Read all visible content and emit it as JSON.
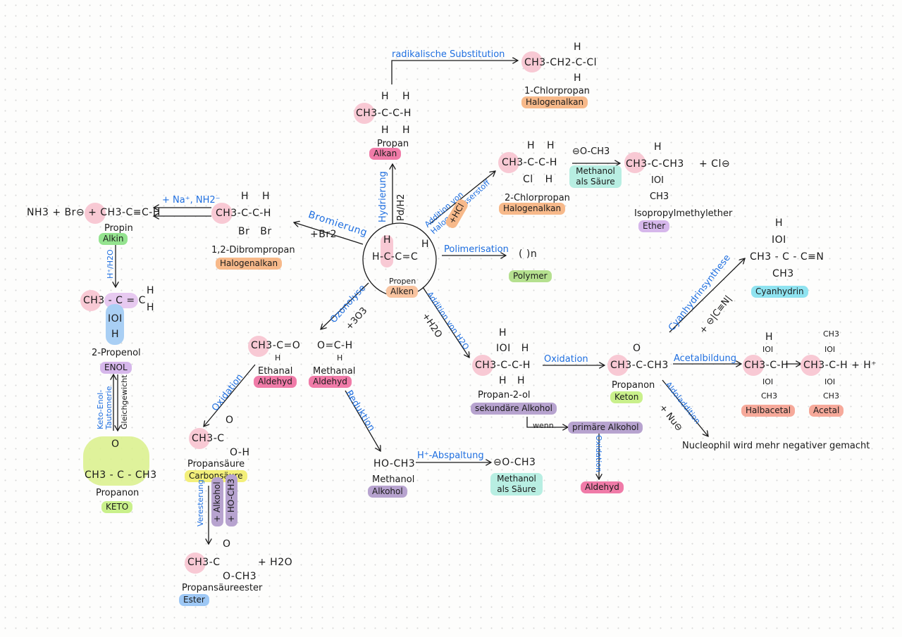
{
  "colors": {
    "pink": "#f8c9d4",
    "orange": "#f7b98a",
    "green": "#94e38f",
    "purple": "#d6b7eb",
    "cyan": "#8fe3f0",
    "yellow": "#f3ef7a",
    "lightgreen": "#c9f08b",
    "blue": "#9ec8f5",
    "teal": "#b8eee2",
    "hotpink": "#f07ba8",
    "mauve": "#b7a3cf",
    "salmon": "#f6a99a",
    "peach": "#f9c4a0",
    "arrow_label": "#1f6fe0"
  },
  "center": {
    "formula_h": "H",
    "formula_main": "H-C-C=C",
    "formula_h2": "H",
    "name": "Propen",
    "class": "Alken"
  },
  "propan": {
    "formula": "CH3-C-C-H",
    "h_top": "H H",
    "h_bottom": "H H",
    "name": "Propan",
    "class": "Alkan"
  },
  "chlorpropan1": {
    "formula": "CH3-CH2-C-Cl",
    "h_top": "H",
    "h_bottom": "H",
    "name": "1-Chlorpropan",
    "class": "Halogenalkan"
  },
  "chlorpropan2": {
    "formula": "CH3-C-C-H",
    "h_top": "H H",
    "h_bottom": "Cl H",
    "name": "2-Chlorpropan",
    "class": "Halogenalkan"
  },
  "methanolat": {
    "formula": "⊖O-CH3",
    "note": "Methanol als Säure"
  },
  "ether": {
    "formula": "CH3-C-CH3",
    "plus": "+ Cl⊖",
    "h_top": "H",
    "mid": "IOI",
    "bottom": "CH3",
    "name": "Isopropylmethylether",
    "class": "Ether"
  },
  "dibrom": {
    "formula": "CH3-C-C-H",
    "h_top": "H H",
    "h_bottom": "Br Br",
    "name": "1,2-Dibrompropan",
    "class": "Halogenalkan"
  },
  "propin": {
    "formula": "NH3 + Br⊖ + CH3-C≡C-H",
    "name": "Propin",
    "class": "Alkin"
  },
  "propenol": {
    "formula": "CH3 - C = C",
    "h1": "H",
    "h2": "H",
    "oh": "IOI",
    "h3": "H",
    "name": "2-Propenol",
    "class": "ENOL"
  },
  "keto": {
    "o": "O",
    "formula": "CH3 - C - CH3",
    "name": "Propanon",
    "class": "KETO"
  },
  "tautomerie": {
    "line1": "Keto-Enol-",
    "line2": "Tautomerie",
    "line3": "Gleichgewicht"
  },
  "polymer": {
    "formula": "( )n",
    "class": "Polymer"
  },
  "ethanal": {
    "formula": "CH3-C=O",
    "h": "H",
    "name": "Ethanal",
    "class": "Aldehyd"
  },
  "methanal": {
    "formula": "O=C-H",
    "h": "H",
    "name": "Methanal",
    "class": "Aldehyd"
  },
  "saeure": {
    "formula": "CH3-C",
    "o": "O",
    "oh": "O-H",
    "name": "Propansäure",
    "class": "Carbonsäure"
  },
  "ester": {
    "formula": "CH3-C",
    "o": "O",
    "och3": "O-CH3",
    "plus": "+ H2O",
    "name": "Propansäureester",
    "class": "Ester"
  },
  "methanol": {
    "formula": "HO-CH3",
    "name": "Methanol",
    "class": "Alkohol"
  },
  "methanolat2": {
    "formula": "⊖O-CH3",
    "note": "Methanol als Säure"
  },
  "propan2ol": {
    "formula": "CH3-C-C-H",
    "h_top": "H",
    "oh": "IOI H",
    "h_bottom": "H H",
    "name": "Propan-2-ol",
    "class": "sekundäre Alkohol"
  },
  "primaer": {
    "wenn": "wenn",
    "class": "primäre Alkohol",
    "arrow": "Oxidation",
    "result": "Aldehyd"
  },
  "keton": {
    "formula": "CH3-C-CH3",
    "o": "O",
    "name": "Propanon",
    "class": "Keton"
  },
  "cyanhydrin": {
    "h": "H",
    "oh": "IOI",
    "formula": "CH3 - C - C≡N",
    "bottom": "CH3",
    "class": "Cyanhydrin"
  },
  "halbacetal": {
    "h": "H",
    "o1": "IOI",
    "formula": "CH3-C-H",
    "o2": "IOI",
    "ch3": "CH3",
    "class": "Halbacetal"
  },
  "acetal": {
    "ch3top": "CH3",
    "o1": "IOI",
    "formula": "CH3-C-H + H⁺",
    "o2": "IOI",
    "ch3": "CH3",
    "class": "Acetal"
  },
  "nucleophil": "Nucleophil wird mehr negativer gemacht",
  "arrows": {
    "substitution": "radikalische Substitution",
    "hydrierung": "Hydrierung",
    "hydrierung_cat": "Pd/H2",
    "addition_hcl": "Addition von Halogenwasserstoff",
    "hcl": "+HCl",
    "bromierung": "Bromierung",
    "br2": "+Br2",
    "na": "+ Na⁺, NH2⁻",
    "h2o_cat": "H⁺/H2O",
    "polimerisation": "Polimerisation",
    "ozonolyse": "Ozonolyse",
    "o3": "+3O3",
    "addition_h2o": "Addition von H2O",
    "h2o": "+H2O",
    "oxidation1": "Oxidation",
    "oxidation2": "Oxidation",
    "reduktion": "Reduktion",
    "h_abspaltung": "H⁺-Abspaltung",
    "veresterung": "Veresterung",
    "alkohol_tag": "+ Alkohol",
    "hoch3_tag": "+ HO-CH3",
    "cyanhydrinsynthese": "Cyanhydrinsynthese",
    "cn": "+ ⊖|C≡N|",
    "acetalbildung": "Acetalbildung",
    "aldoladdition": "Aldoladdition",
    "nu": "+ Nu⊖"
  }
}
